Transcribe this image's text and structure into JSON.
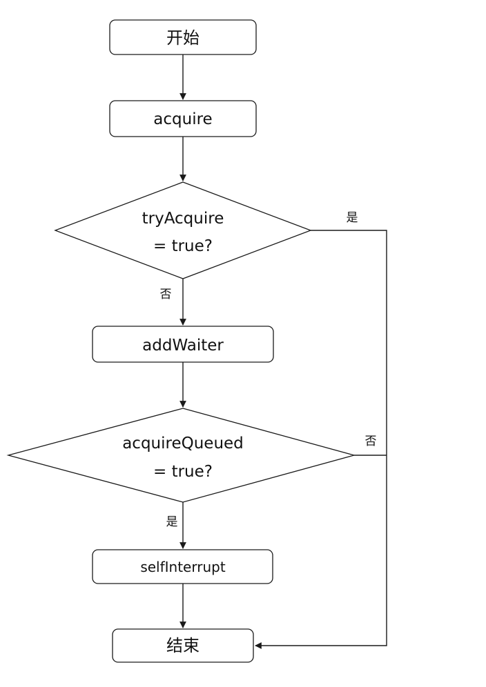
{
  "nodes": {
    "start": "开始",
    "acquire": "acquire",
    "try_acquire": [
      "tryAcquire",
      "= true?"
    ],
    "add_waiter": "addWaiter",
    "acquire_queued": [
      "acquireQueued",
      "= true?"
    ],
    "self_interrupt": "selfInterrupt",
    "end": "结束"
  },
  "edge_labels": {
    "try_acquire_yes": "是",
    "try_acquire_no": "否",
    "acquire_queued_no": "否",
    "acquire_queued_yes": "是"
  }
}
